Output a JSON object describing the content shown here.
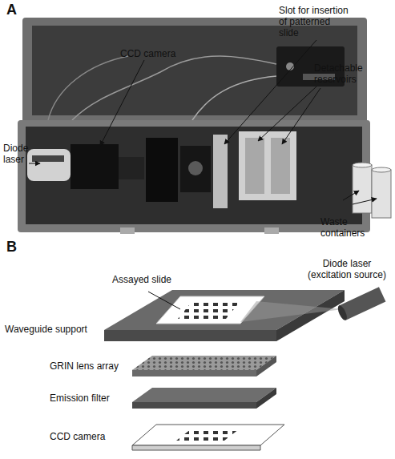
{
  "diagram": {
    "labels": [
      "A",
      "Slot for insertion of patterned slide",
      "CCD camera",
      "Detachable reservoirs",
      "Diode laser",
      "Waste containers",
      "B",
      "Assayed slide",
      "Diode laser (excitation source)",
      "Waveguide support",
      "GRIN lens array",
      "Emission filter",
      "CCD camera"
    ]
  }
}
